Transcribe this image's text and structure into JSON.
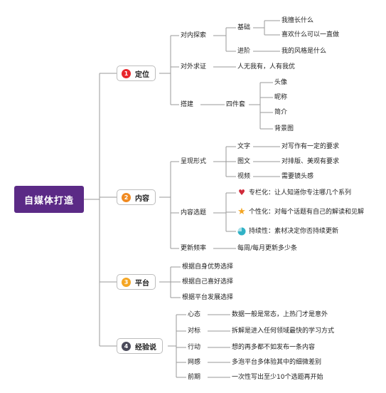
{
  "root": "自媒体打造",
  "colors": {
    "root": "#5b2a86",
    "b1": "#e8262c",
    "b2": "#f08a21",
    "b3": "#f5a623",
    "b4": "#4a4a5a",
    "heart": "#d02a3a",
    "star": "#f4a623",
    "pie": "#31b2c6"
  },
  "branches": [
    {
      "num": "1",
      "label": "定位"
    },
    {
      "num": "2",
      "label": "内容"
    },
    {
      "num": "3",
      "label": "平台"
    },
    {
      "num": "4",
      "label": "经验说"
    }
  ],
  "b1": {
    "c1": "对内探索",
    "c1a": "基础",
    "c1a1": "我擅长什么",
    "c1a2": "喜欢什么可以一直做",
    "c1b": "进阶",
    "c1b1": "我的风格是什么",
    "c2": "对外求证",
    "c2a": "人无我有，人有我优",
    "c3": "搭建",
    "c3a": "四件套",
    "c3a1": "头像",
    "c3a2": "昵称",
    "c3a3": "简介",
    "c3a4": "背景图"
  },
  "b2": {
    "c1": "呈现形式",
    "c1a": "文字",
    "c1a1": "对写作有一定的要求",
    "c1b": "图文",
    "c1b1": "对排版、美观有要求",
    "c1c": "视频",
    "c1c1": "需要镜头感",
    "c2": "内容选题",
    "c2a": "专栏化：让人知道你专注哪几个系列",
    "c2b": "个性化：对每个话题有自己的解读和见解",
    "c2c": "持续性：素材决定你否持续更新",
    "c3": "更新频率",
    "c3a": "每周/每月更新多少条"
  },
  "b3": {
    "c1": "根据自身优势选择",
    "c2": "根据自己喜好选择",
    "c3": "根据平台发展选择"
  },
  "b4": {
    "c1": "心态",
    "c1a": "数据一般是常态，上热门才是意外",
    "c2": "对标",
    "c2a": "拆解是进入任何领域最快的学习方式",
    "c3": "行动",
    "c3a": "想的再多都不如发布一条内容",
    "c4": "网感",
    "c4a": "多泡平台多体验其中的细微差别",
    "c5": "前期",
    "c5a": "一次性写出至少10个选题再开始"
  }
}
